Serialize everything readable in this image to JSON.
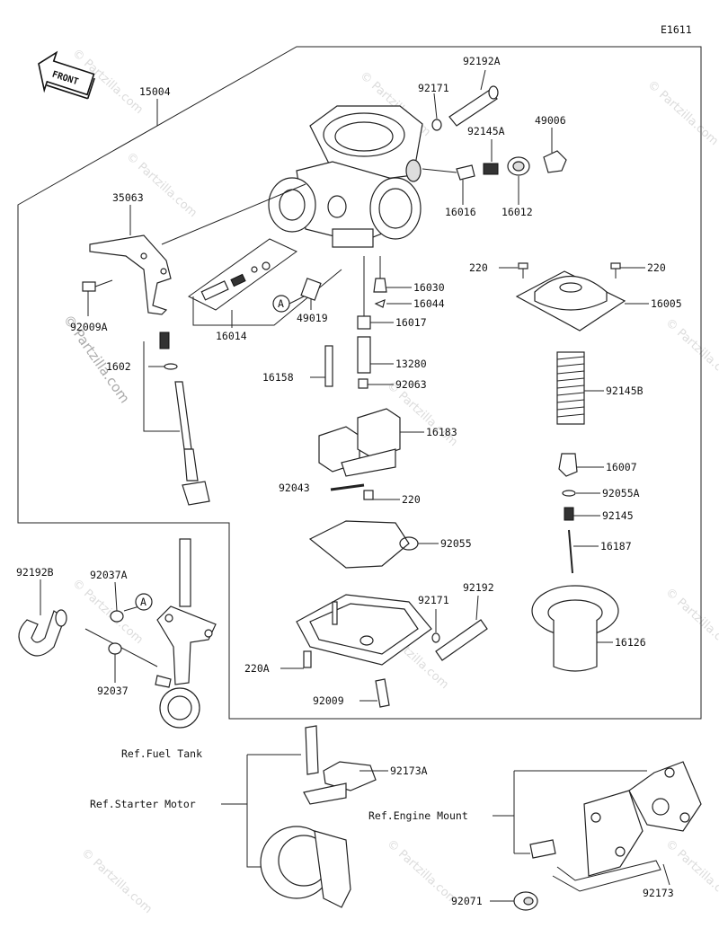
{
  "diagram_code": "E1611",
  "front_label": "FRONT",
  "watermark": "© Partzilla.com",
  "callouts": {
    "p15004": "15004",
    "p92192A": "92192A",
    "p92171a": "92171",
    "p92145A": "92145A",
    "p49006": "49006",
    "p16016": "16016",
    "p16012": "16012",
    "p35063": "35063",
    "p92009A": "92009A",
    "p16014": "16014",
    "p49019": "49019",
    "pA1": "A",
    "p16030": "16030",
    "p16044": "16044",
    "p16017": "16017",
    "p220a": "220",
    "p220b": "220",
    "p16005": "16005",
    "p1602x": "1602",
    "p16158": "16158",
    "p13280": "13280",
    "p92063": "92063",
    "p92145B": "92145B",
    "p16183": "16183",
    "p16007": "16007",
    "p92043": "92043",
    "p220c": "220",
    "p92055A": "92055A",
    "p92145": "92145",
    "p16187": "16187",
    "p92055": "92055",
    "p92192B": "92192B",
    "p92037A": "92037A",
    "pA2": "A",
    "p92037": "92037",
    "p92171b": "92171",
    "p92192": "92192",
    "p16126": "16126",
    "p220A": "220A",
    "p92009": "92009",
    "p92173A": "92173A",
    "p92071": "92071",
    "p92173": "92173"
  },
  "references": {
    "fuel_tank": "Ref.Fuel Tank",
    "starter_motor": "Ref.Starter Motor",
    "engine_mount": "Ref.Engine Mount"
  }
}
